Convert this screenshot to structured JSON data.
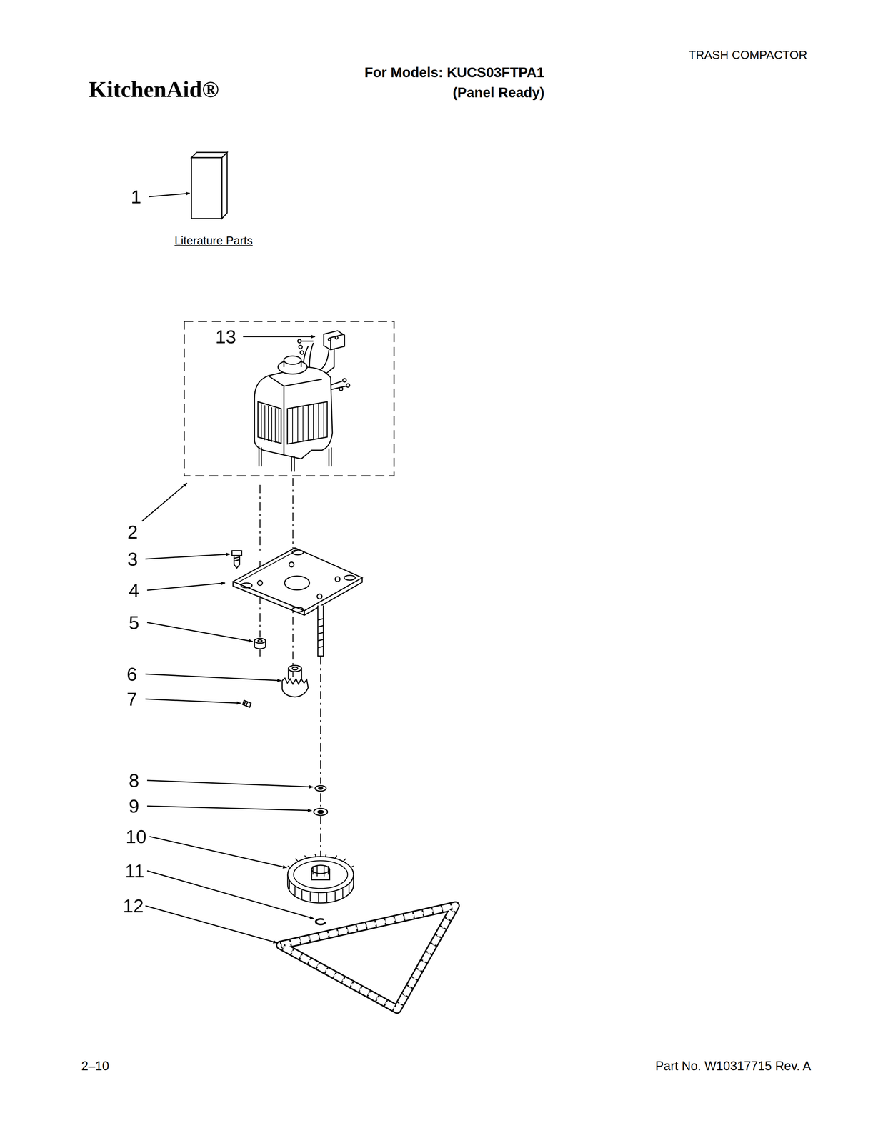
{
  "diagram": {
    "title": "For Models: KUCS03FTPA1 (Panel Ready)",
    "labels": [
      "TRASH COMPACTOR",
      "KitchenAid®",
      "1",
      "Literature Parts",
      "13",
      "2",
      "3",
      "4",
      "5",
      "6",
      "7",
      "8",
      "9",
      "10",
      "11",
      "12",
      "2–10",
      "Part No. W10317715 Rev. A"
    ]
  }
}
